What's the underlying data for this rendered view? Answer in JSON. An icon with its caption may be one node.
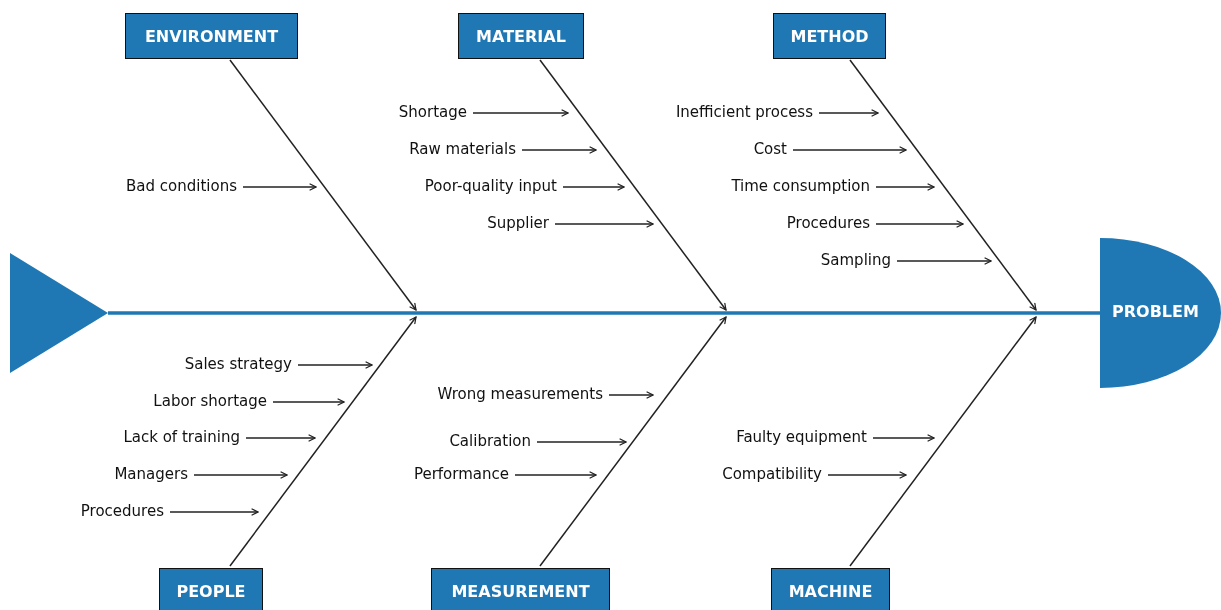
{
  "diagram": {
    "nodes": [
      {
        "text": [
          "ENVIRONMENT"
        ]
      },
      {
        "text": [
          "MATERIAL"
        ]
      },
      {
        "text": [
          "METHOD"
        ]
      },
      {
        "text": [
          "Shortage"
        ]
      },
      {
        "text": [
          "Inefficient process"
        ]
      },
      {
        "text": [
          "Raw materials"
        ]
      },
      {
        "text": [
          "Cost"
        ]
      },
      {
        "text": [
          "Bad conditions"
        ]
      },
      {
        "text": [
          "Poor-quality input"
        ]
      },
      {
        "text": [
          "Time consumption"
        ]
      },
      {
        "text": [
          "Supplier"
        ]
      },
      {
        "text": [
          "Procedures"
        ]
      },
      {
        "text": [
          "Sampling"
        ]
      },
      {
        "text": [],
        "shape": "triangle"
      },
      {
        "text": [
          "PROBLEM"
        ]
      },
      {
        "text": [
          "Sales strategy"
        ]
      },
      {
        "text": [
          "Labor shortage"
        ]
      },
      {
        "text": [
          "Wrong measurements"
        ]
      },
      {
        "text": [
          "Lack of training"
        ]
      },
      {
        "text": [
          "Calibration"
        ]
      },
      {
        "text": [
          "Faulty equipment"
        ]
      },
      {
        "text": [
          "Managers"
        ]
      },
      {
        "text": [
          "Performance"
        ]
      },
      {
        "text": [
          "Compatibility"
        ]
      },
      {
        "text": [
          "Procedures"
        ]
      },
      {
        "text": [
          "PEOPLE"
        ]
      },
      {
        "text": [
          "MEASUREMENT"
        ]
      },
      {
        "text": [
          "MACHINE"
        ]
      }
    ],
    "edges": [
      {
        "from": 13,
        "to": 14,
        "arrow": "none",
        "style": "thick",
        "color": "#1f77b4"
      },
      {
        "from": 0,
        "to": null,
        "arrow": "to"
      },
      {
        "from": 1,
        "to": null,
        "arrow": "to"
      },
      {
        "from": 2,
        "to": null,
        "arrow": "to"
      },
      {
        "from": 25,
        "to": null,
        "arrow": "to"
      },
      {
        "from": 26,
        "to": null,
        "arrow": "to"
      },
      {
        "from": 27,
        "to": null,
        "arrow": "to"
      },
      {
        "from": 3,
        "to": null,
        "arrow": "to"
      },
      {
        "from": 4,
        "to": null,
        "arrow": "to"
      },
      {
        "from": 5,
        "to": null,
        "arrow": "to"
      },
      {
        "from": 6,
        "to": null,
        "arrow": "to"
      },
      {
        "from": 7,
        "to": null,
        "arrow": "to"
      },
      {
        "from": 8,
        "to": null,
        "arrow": "to"
      },
      {
        "from": 9,
        "to": null,
        "arrow": "to"
      },
      {
        "from": 10,
        "to": null,
        "arrow": "to"
      },
      {
        "from": 11,
        "to": null,
        "arrow": "to"
      },
      {
        "from": 12,
        "to": null,
        "arrow": "to"
      },
      {
        "from": 15,
        "to": null,
        "arrow": "to"
      },
      {
        "from": 16,
        "to": null,
        "arrow": "to"
      },
      {
        "from": 17,
        "to": null,
        "arrow": "to"
      },
      {
        "from": 18,
        "to": null,
        "arrow": "to"
      },
      {
        "from": 19,
        "to": null,
        "arrow": "to"
      },
      {
        "from": 20,
        "to": null,
        "arrow": "to"
      },
      {
        "from": 21,
        "to": null,
        "arrow": "to"
      },
      {
        "from": 22,
        "to": null,
        "arrow": "to"
      },
      {
        "from": 23,
        "to": null,
        "arrow": "to"
      },
      {
        "from": 24,
        "to": null,
        "arrow": "to"
      }
    ]
  }
}
